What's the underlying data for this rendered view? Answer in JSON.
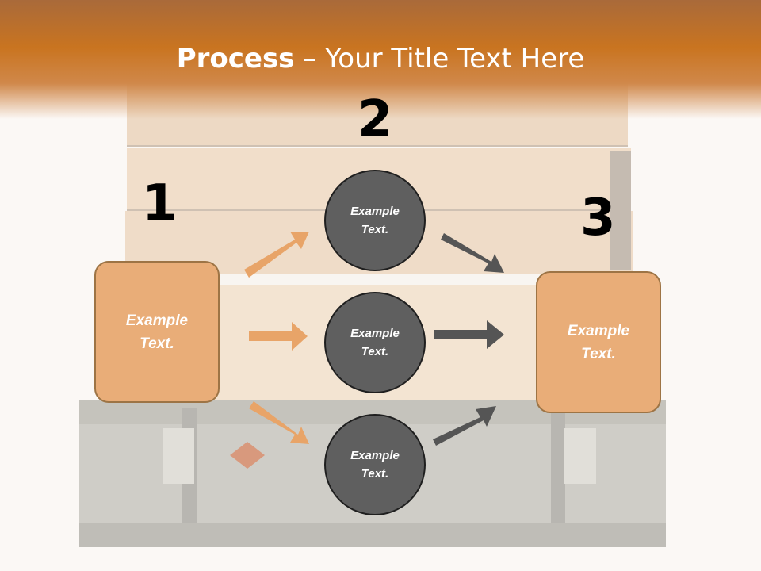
{
  "title": {
    "strong": "Process",
    "rest": " – Your Title Text Here"
  },
  "steps": [
    {
      "number": "1",
      "text": "Example\nText."
    },
    {
      "number": "2",
      "text": "Example\nText."
    },
    {
      "number": "3",
      "text": "Example\nText."
    }
  ],
  "circles": [
    {
      "text": "Example\nText."
    },
    {
      "text": "Example\nText."
    },
    {
      "text": "Example\nText."
    }
  ],
  "colors": {
    "banner": "#c97420",
    "step_box": "#e9ad78",
    "circle": "#5f5f5f",
    "arrow_in": "#e8a468",
    "arrow_out": "#555555"
  }
}
